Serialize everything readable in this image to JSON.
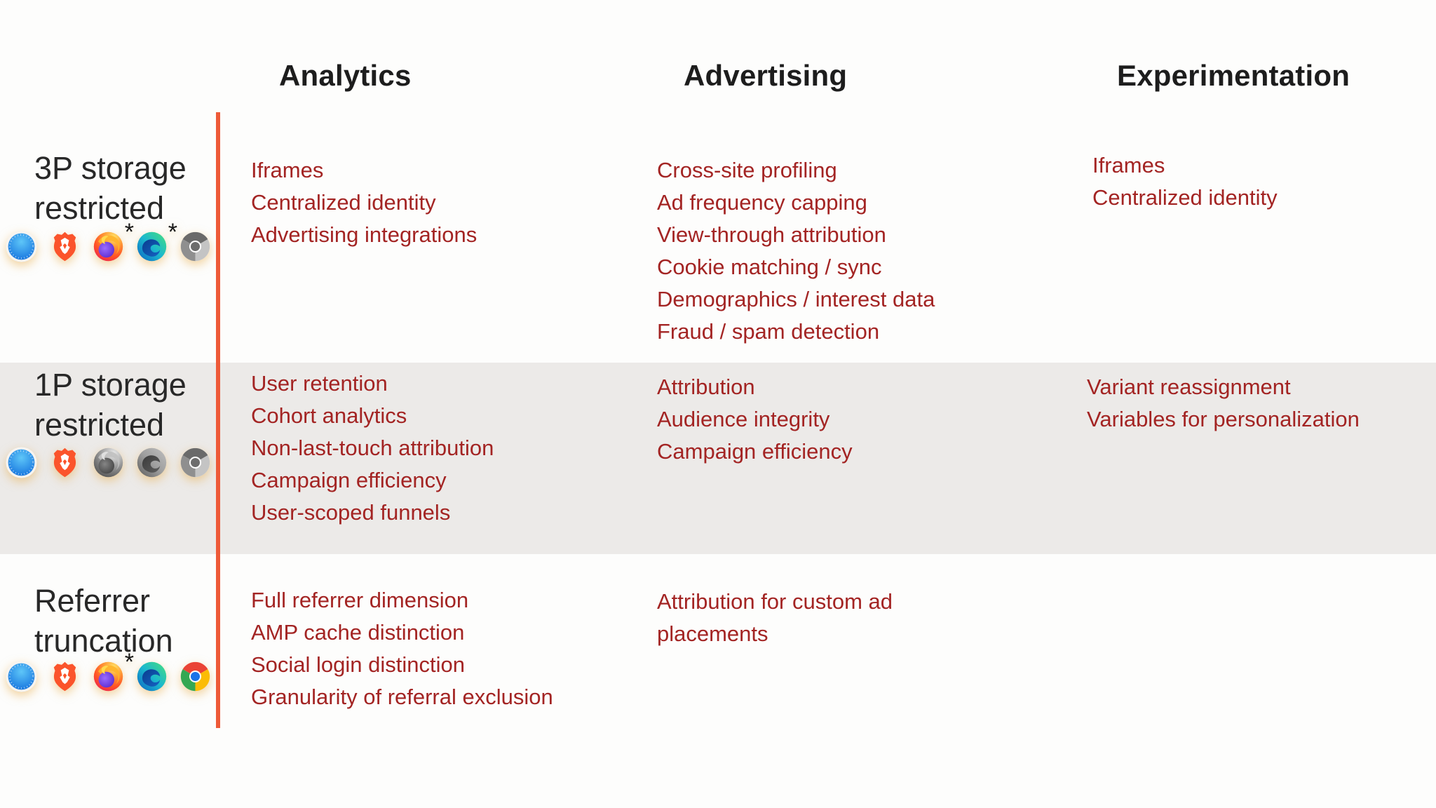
{
  "columns": [
    {
      "label": "Analytics"
    },
    {
      "label": "Advertising"
    },
    {
      "label": "Experimentation"
    }
  ],
  "asterisk": "*",
  "rows": [
    {
      "label_line1": "3P storage",
      "label_line2": "restricted",
      "browsers": [
        {
          "name": "safari",
          "grayscale": false,
          "asterisk": false
        },
        {
          "name": "brave",
          "grayscale": false,
          "asterisk": false
        },
        {
          "name": "firefox",
          "grayscale": false,
          "asterisk": true
        },
        {
          "name": "edge",
          "grayscale": false,
          "asterisk": true
        },
        {
          "name": "chrome",
          "grayscale": true,
          "asterisk": false
        }
      ],
      "analytics": [
        "Iframes",
        "Centralized identity",
        "Advertising integrations"
      ],
      "advertising": [
        "Cross-site profiling",
        "Ad frequency capping",
        "View-through attribution",
        "Cookie matching / sync",
        "Demographics / interest data",
        "Fraud / spam detection"
      ],
      "experimentation": [
        "Iframes",
        "Centralized identity"
      ]
    },
    {
      "label_line1": "1P storage",
      "label_line2": "restricted",
      "browsers": [
        {
          "name": "safari",
          "grayscale": false,
          "asterisk": false
        },
        {
          "name": "brave",
          "grayscale": false,
          "asterisk": false
        },
        {
          "name": "firefox",
          "grayscale": true,
          "asterisk": false
        },
        {
          "name": "edge",
          "grayscale": true,
          "asterisk": false
        },
        {
          "name": "chrome",
          "grayscale": true,
          "asterisk": false
        }
      ],
      "analytics": [
        "User retention",
        "Cohort analytics",
        "Non-last-touch attribution",
        "Campaign efficiency",
        "User-scoped funnels"
      ],
      "advertising": [
        "Attribution",
        "Audience integrity",
        "Campaign efficiency"
      ],
      "experimentation": [
        "Variant reassignment",
        "Variables for personalization"
      ]
    },
    {
      "label_line1": "Referrer",
      "label_line2": "truncation",
      "browsers": [
        {
          "name": "safari",
          "grayscale": false,
          "asterisk": false
        },
        {
          "name": "brave",
          "grayscale": false,
          "asterisk": false
        },
        {
          "name": "firefox",
          "grayscale": false,
          "asterisk": true
        },
        {
          "name": "edge",
          "grayscale": false,
          "asterisk": false
        },
        {
          "name": "chrome",
          "grayscale": false,
          "asterisk": false
        }
      ],
      "analytics": [
        "Full referrer dimension",
        "AMP cache distinction",
        "Social login distinction",
        "Granularity of referral exclusion"
      ],
      "advertising": [
        "Attribution for custom ad placements"
      ],
      "experimentation": []
    }
  ],
  "colors": {
    "accent_line": "#ee5a38",
    "cell_text": "#a32423",
    "band_background": "#eceae8",
    "heading_text": "#1d1d1d"
  }
}
